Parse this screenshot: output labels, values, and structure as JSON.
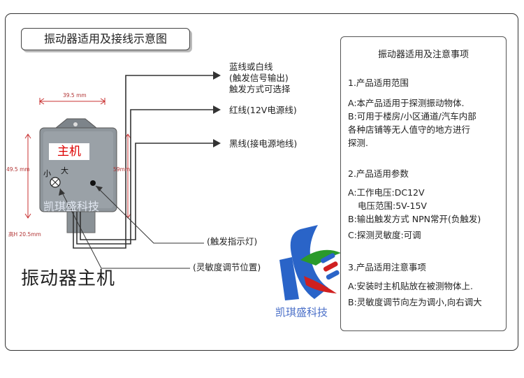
{
  "title": "振动器适用及接线示意图",
  "main_label": "振动器主机",
  "device": {
    "host_label": "主机",
    "small_label": "小",
    "large_label": "大",
    "watermark": "凯琪盛科技",
    "dim_width": "39.5 mm",
    "dim_height_left": "49.5 mm",
    "dim_height_right": "59mm",
    "dim_depth": "高H 20.5mm"
  },
  "wires": {
    "blue_line1": "蓝线或白线",
    "blue_line2": "(触发信号输出)",
    "blue_line3": "触发方式可选择",
    "red": "红线(12V电源线)",
    "black": "黑线(接电源地线)",
    "indicator": "(触发指示灯)",
    "sensitivity": "(灵敏度调节位置)"
  },
  "logo_text": "凯琪盛科技",
  "notes": {
    "title": "振动器适用及注意事项",
    "s1_title": "1.产品适用范围",
    "s1_a": "A:本产品适用于探测振动物体.",
    "s1_b1": "B:可用于楼房/小区通道/汽车内部",
    "s1_b2": "各种店铺等无人值守的地方进行",
    "s1_b3": "探测.",
    "s2_title": "2.产品适用参数",
    "s2_a1": "A:工作电压:DC12V",
    "s2_a2": "电压范围:5V-15V",
    "s2_b": "B:输出触发方式 NPN常开(负触发)",
    "s2_c": "C:探测灵敏度:可调",
    "s3_title": "3.产品适用注意事项",
    "s3_a": "A:安装时主机贴放在被测物体上.",
    "s3_b": "B:灵敏度调节向左为调小,向右调大"
  },
  "colors": {
    "frame": "#333333",
    "host_text": "#dd0000",
    "dim_text": "#b03030",
    "logo_blue": "#2a64c8",
    "logo_green": "#2a9a2a",
    "logo_red": "#d02020"
  }
}
